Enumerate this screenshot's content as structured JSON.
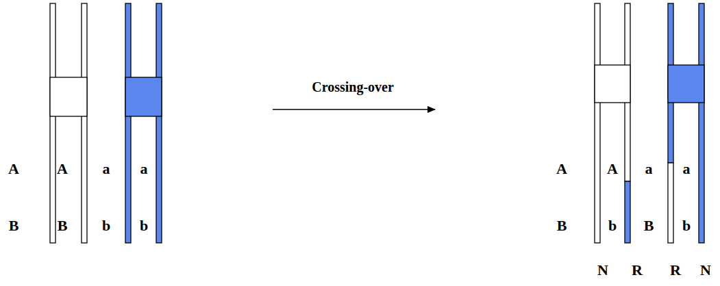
{
  "diagram": {
    "labels": [
      "Crossing-over",
      "A",
      "A",
      "a",
      "a",
      "A",
      "A",
      "a",
      "a",
      "B",
      "B",
      "b",
      "b",
      "B",
      "b",
      "B",
      "b",
      "N",
      "R",
      "R",
      "N"
    ]
  }
}
